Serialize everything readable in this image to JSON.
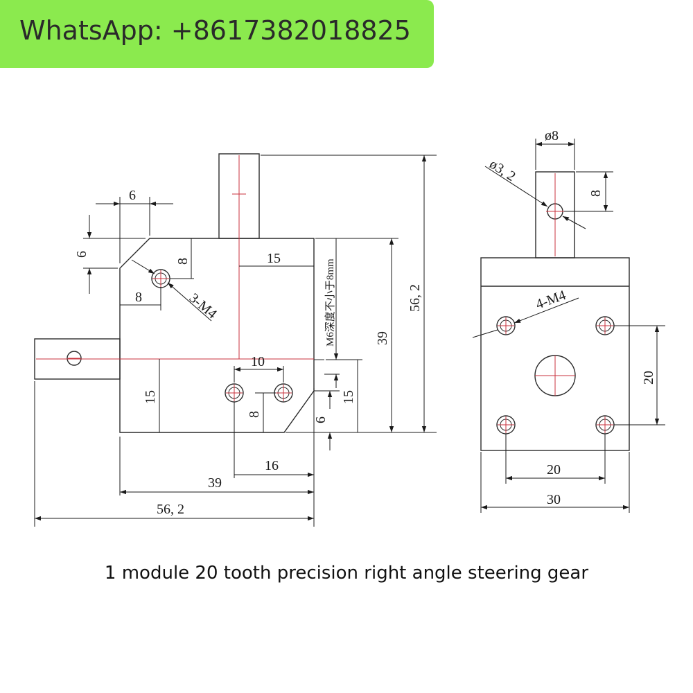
{
  "banner": {
    "text": "WhatsApp: +8617382018825",
    "color": "#8bea4e"
  },
  "caption": "1 module 20 tooth precision right angle steering gear",
  "colors": {
    "outline": "#2b2b2b",
    "centerline": "#c8323c"
  },
  "front_view": {
    "dims": {
      "top_width": "6",
      "chamfer_height": "6",
      "hole_x": "8",
      "hole_y": "8",
      "hole_thread": "3-M4",
      "offset_15_top": "15",
      "thread_depth_note": "M6深度不小于8mm",
      "height_39": "39",
      "overall_height": "56, 2",
      "hole_spacing": "10",
      "left_15": "15",
      "hole_8": "8",
      "right_15": "15",
      "chamfer_6": "6",
      "bottom_16": "16",
      "bottom_39": "39",
      "overall_width": "56, 2"
    }
  },
  "side_view": {
    "dims": {
      "shaft_dia": "ø8",
      "pin_hole": "ø3, 2",
      "pin_offset": "8",
      "thread": "4-M4",
      "vertical_spacing": "20",
      "horizontal_spacing": "20",
      "width": "30"
    }
  }
}
